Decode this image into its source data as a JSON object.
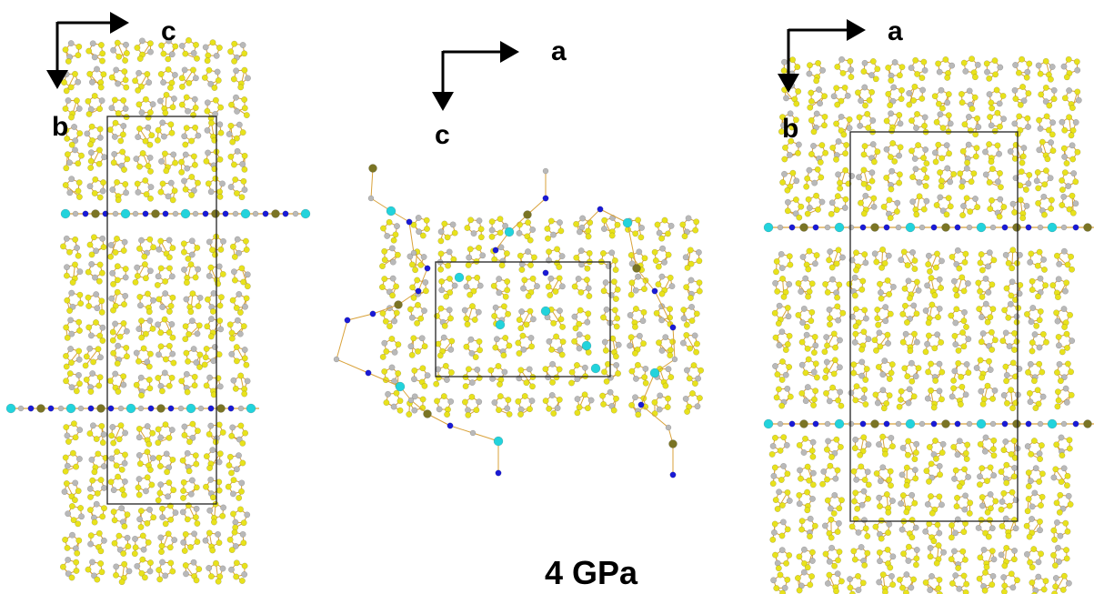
{
  "panels": [
    {
      "id": "left",
      "axis_horizontal": "c",
      "axis_vertical": "b"
    },
    {
      "id": "middle",
      "axis_horizontal": "a",
      "axis_vertical": "c"
    },
    {
      "id": "right",
      "axis_horizontal": "a",
      "axis_vertical": "b"
    }
  ],
  "pressure_label": "4 GPa",
  "colors": {
    "carbon": "#b9b9b9",
    "sulfur": "#e8e21c",
    "nitrogen": "#1a1ad6",
    "metal_cyan": "#22d3dc",
    "metal_olive": "#7a7424",
    "bond": "#d9a23a",
    "cell": "#222222",
    "arrow": "#000000"
  }
}
